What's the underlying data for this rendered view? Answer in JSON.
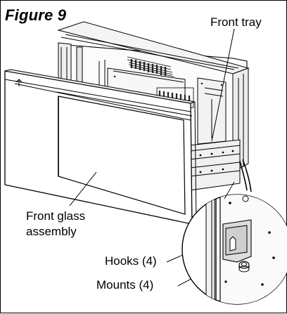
{
  "figure": {
    "title": "Figure 9",
    "callouts": {
      "front_tray": "Front tray",
      "front_glass_line1": "Front glass",
      "front_glass_line2": "assembly",
      "hooks": "Hooks (4)",
      "mounts": "Mounts (4)"
    }
  }
}
